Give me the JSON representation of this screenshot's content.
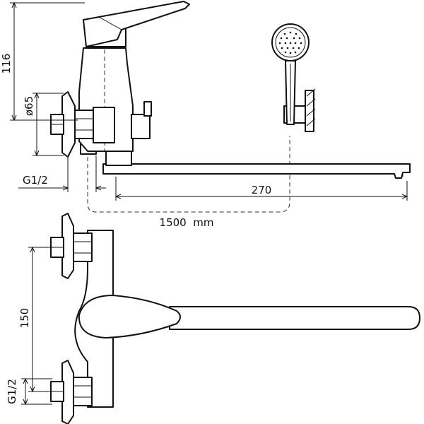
{
  "dimensions": {
    "height_label": "116",
    "diameter_label": "ø65",
    "thread_label_top": "G1/2",
    "spout_length_label": "270",
    "hose_length_label": "1500  mm",
    "spacing_label": "150",
    "thread_label_bottom": "G1/2"
  }
}
